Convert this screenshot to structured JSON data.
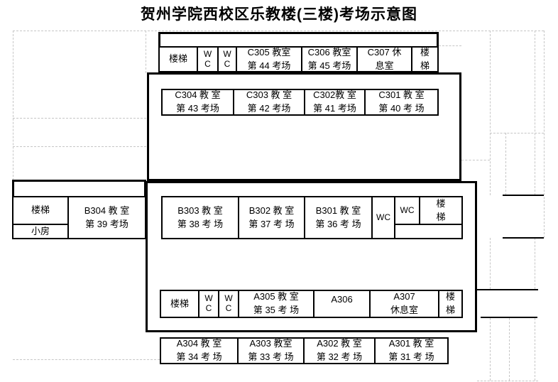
{
  "title": "贺州学院西校区乐教楼(三楼)考场示意图",
  "colors": {
    "wall": "#000000",
    "grid": "#c6c6c6",
    "background": "#ffffff"
  },
  "cells": {
    "stairs_nw": {
      "l1": "楼梯"
    },
    "wc_t1": {
      "l1": "W",
      "l2": "C"
    },
    "wc_t2": {
      "l1": "W",
      "l2": "C"
    },
    "c305": {
      "l1": "C305 教室",
      "l2": "第 44 考场"
    },
    "c306": {
      "l1": "C306 教室",
      "l2": "第 45 考场"
    },
    "c307": {
      "l1": "C307 休",
      "l2": "息室"
    },
    "stairs_ne": {
      "l1": "楼",
      "l2": "梯"
    },
    "c304": {
      "l1": "C304 教 室",
      "l2": "第 43 考场"
    },
    "c303": {
      "l1": "C303 教 室",
      "l2": "第 42 考场"
    },
    "c302": {
      "l1": "C302教 室",
      "l2": "第 41 考场"
    },
    "c301": {
      "l1": "C301 教 室",
      "l2": "第 40 考 场"
    },
    "stairs_w": {
      "l1": "楼梯"
    },
    "xiaofang": {
      "l1": "小房"
    },
    "b304": {
      "l1": "B304 教 室",
      "l2": "第 39 考场"
    },
    "b303": {
      "l1": "B303 教 室",
      "l2": "第 38 考 场"
    },
    "b302": {
      "l1": "B302 教 室",
      "l2": "第 37 考 场"
    },
    "b301": {
      "l1": "B301 教 室",
      "l2": "第 36 考 场"
    },
    "wc_m1": {
      "l1": "WC"
    },
    "wc_m2": {
      "l1": "WC"
    },
    "stairs_e": {
      "l1": "楼",
      "l2": "梯"
    },
    "stairs_sw": {
      "l1": "楼梯"
    },
    "wc_a1": {
      "l1": "W",
      "l2": "C"
    },
    "wc_a2": {
      "l1": "W",
      "l2": "C"
    },
    "a305": {
      "l1": "A305 教 室",
      "l2": "第 35 考 场"
    },
    "a306": {
      "l1": "A306"
    },
    "a307": {
      "l1": "A307",
      "l2": "休息室"
    },
    "stairs_se": {
      "l1": "楼",
      "l2": "梯"
    },
    "a304": {
      "l1": "A304 教 室",
      "l2": "第 34 考 场"
    },
    "a303": {
      "l1": "A303 教室",
      "l2": "第 33 考 场"
    },
    "a302": {
      "l1": "A302 教 室",
      "l2": "第 32 考 场"
    },
    "a301": {
      "l1": "A301 教 室",
      "l2": "第 31 考 场"
    }
  }
}
